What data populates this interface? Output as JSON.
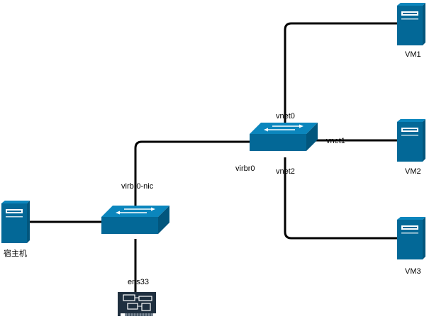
{
  "colors": {
    "device_blue": "#036897",
    "device_top": "#0b86bd",
    "device_side": "#02567d",
    "link": "#000000",
    "label": "#000000",
    "nic_body": "#1f2f3f",
    "nic_pins": "#7f8c99"
  },
  "nodes": {
    "host": {
      "label": "宿主机",
      "icon": "server-icon"
    },
    "vm1": {
      "label": "VM1",
      "icon": "server-icon"
    },
    "vm2": {
      "label": "VM2",
      "icon": "server-icon"
    },
    "vm3": {
      "label": "VM3",
      "icon": "server-icon"
    },
    "virbr0": {
      "label": "virbr0",
      "icon": "switch-icon"
    },
    "host_switch": {
      "label": "",
      "icon": "switch-icon"
    },
    "nic": {
      "label": "",
      "icon": "network-card-icon"
    }
  },
  "ports": {
    "vnet0": "vnet0",
    "vnet1": "vnet1",
    "vnet2": "vnet2",
    "virbr0_nic": "virbr0-nic",
    "ens33": "ens33"
  }
}
